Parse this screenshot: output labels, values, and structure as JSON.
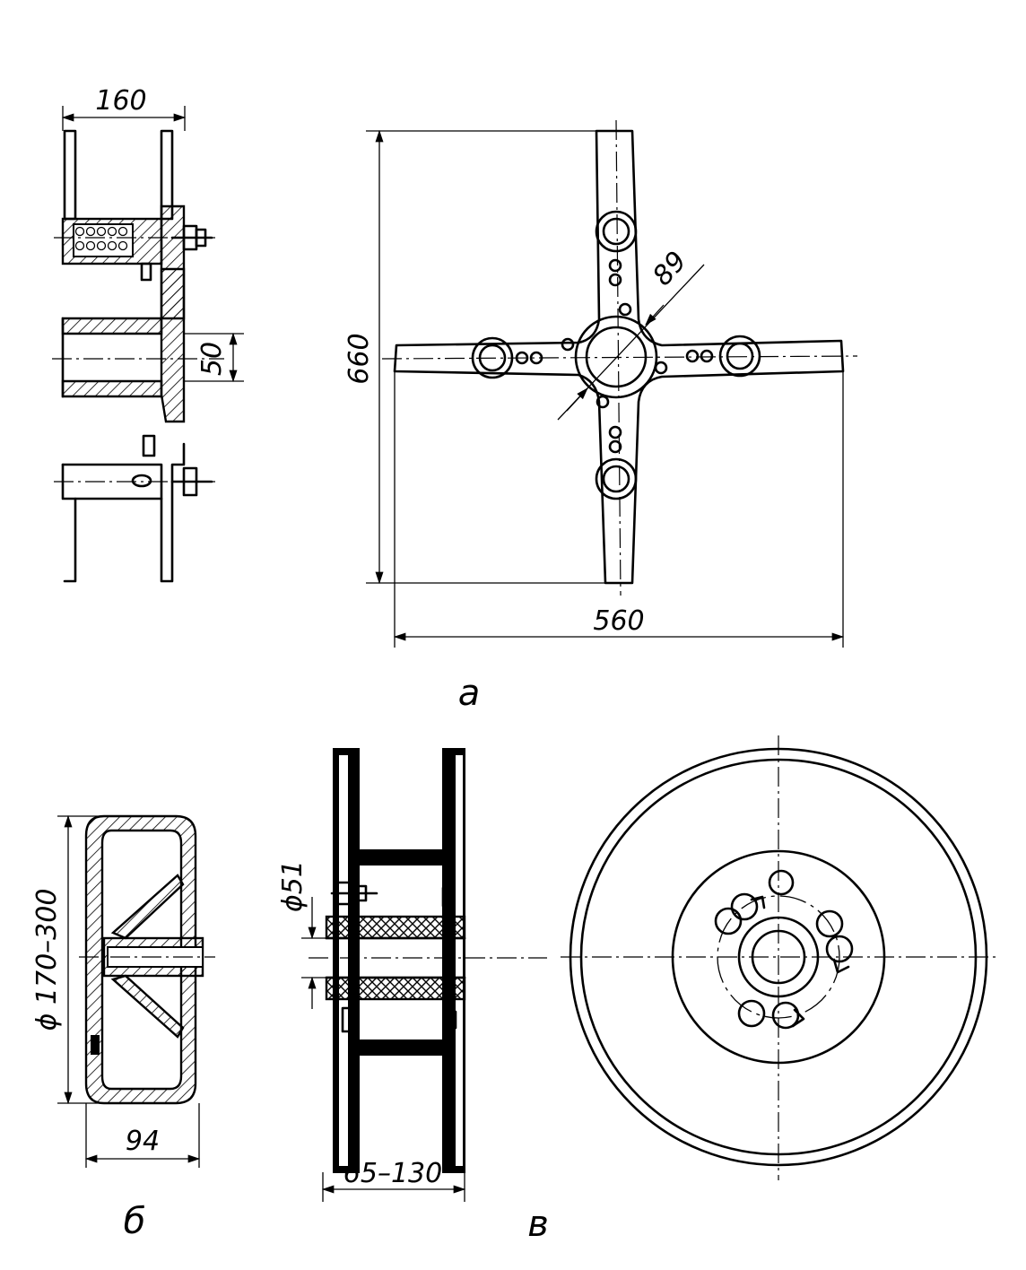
{
  "figure_a": {
    "dim_width_side": "160",
    "dim_bore": "50",
    "dim_height": "660",
    "dim_width": "560",
    "dim_hub": "89",
    "label": "а"
  },
  "figure_b": {
    "dim_diameter": "ϕ 170–300",
    "dim_width": "94",
    "label": "б"
  },
  "figure_c": {
    "dim_bore": "ϕ51",
    "dim_width": "65–130",
    "label": "в"
  }
}
